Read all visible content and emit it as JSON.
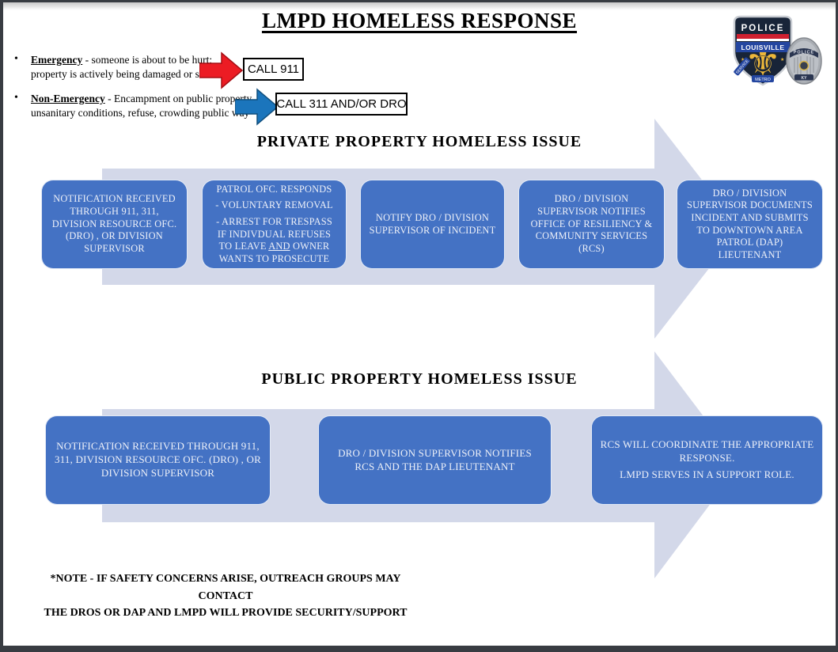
{
  "title": "LMPD HOMELESS RESPONSE",
  "colors": {
    "box_blue": "#4472c4",
    "flow_arrow": "#d3d8e9",
    "emergency_arrow": "#ec1c24",
    "non_emergency_arrow": "#1b75bc"
  },
  "logo": {
    "patch_top_text": "POLICE",
    "patch_city_text": "LOUISVILLE",
    "patch_banner_left": "SERVICE",
    "patch_banner_center": "METRO",
    "badge_top_text": "POLICE",
    "badge_bottom_text": "KY"
  },
  "bullets": {
    "emergency": {
      "term": "Emergency",
      "line1": " - someone is about to be hurt;",
      "line2": "property is actively being damaged or stolen",
      "call": "CALL 911"
    },
    "non_emergency": {
      "term": "Non-Emergency",
      "line1": " - Encampment on public property,",
      "line2": "unsanitary conditions, refuse, crowding public way",
      "call": "CALL 311 AND/OR DRO"
    }
  },
  "private_section": {
    "heading": "PRIVATE PROPERTY HOMELESS ISSUE",
    "boxes": [
      {
        "text": "NOTIFICATION RECEIVED THROUGH 911, 311, DIVISION RESOURCE OFC. (DRO) , OR DIVISION SUPERVISOR"
      },
      {
        "line1": "PATROL OFC. RESPONDS",
        "line2": "- VOLUNTARY REMOVAL",
        "line3_pre": "- ARREST FOR TRESPASS IF INDIVDUAL REFUSES TO LEAVE ",
        "line3_underline": "AND",
        "line3_post": " OWNER WANTS TO PROSECUTE"
      },
      {
        "text": "NOTIFY DRO / DIVISION SUPERVISOR OF INCIDENT"
      },
      {
        "text": "DRO / DIVISION SUPERVISOR NOTIFIES OFFICE OF RESILIENCY & COMMUNITY SERVICES (RCS)"
      },
      {
        "text": "DRO / DIVISION SUPERVISOR DOCUMENTS INCIDENT AND SUBMITS TO DOWNTOWN AREA PATROL (DAP) LIEUTENANT"
      }
    ]
  },
  "public_section": {
    "heading": "PUBLIC PROPERTY HOMELESS ISSUE",
    "boxes": [
      {
        "text": "NOTIFICATION RECEIVED THROUGH 911, 311, DIVISION RESOURCE OFC. (DRO) , OR DIVISION SUPERVISOR"
      },
      {
        "text": "DRO / DIVISION SUPERVISOR NOTIFIES RCS AND THE DAP LIEUTENANT"
      },
      {
        "line1": "RCS WILL COORDINATE THE APPROPRIATE RESPONSE.",
        "line2": "LMPD SERVES IN A SUPPORT ROLE."
      }
    ]
  },
  "note": {
    "line1": "*NOTE - IF SAFETY CONCERNS ARISE, OUTREACH GROUPS MAY CONTACT",
    "line2": "THE DROS OR DAP AND LMPD WILL PROVIDE SECURITY/SUPPORT"
  }
}
